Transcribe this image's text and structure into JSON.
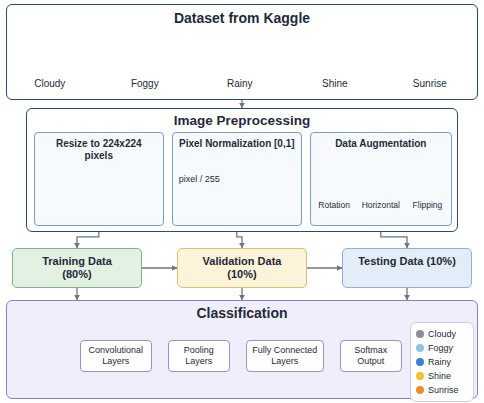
{
  "diagram": {
    "nodes": [
      {
        "text": [
          "Dataset from Kaggle"
        ]
      },
      {
        "text": [
          "Cloudy"
        ],
        "in": 0
      },
      {
        "text": [
          "Foggy"
        ],
        "in": 0
      },
      {
        "text": [
          "Rainy"
        ],
        "in": 0
      },
      {
        "text": [
          "Shine"
        ],
        "in": 0
      },
      {
        "text": [
          "Sunrise"
        ],
        "in": 0
      },
      {
        "text": [
          "Image Preprocessing"
        ]
      },
      {
        "text": [
          "Resize to 224x224 pixels"
        ],
        "in": 6
      },
      {
        "text": [
          "Pixel Normalization [0,1]",
          "pixel / 255"
        ],
        "in": 6
      },
      {
        "text": [
          "Data Augmentation",
          "Rotation",
          "Horizontal",
          "Flipping"
        ],
        "in": 6
      },
      {
        "text": [
          "Training Data (80%)"
        ]
      },
      {
        "text": [
          "Validation Data (10%)"
        ]
      },
      {
        "text": [
          "Testing Data (10%)"
        ]
      },
      {
        "text": [
          "Classification"
        ]
      },
      {
        "text": [
          "Convolutional Layers"
        ],
        "in": 13
      },
      {
        "text": [
          "Pooling Layers"
        ],
        "in": 13
      },
      {
        "text": [
          "Fully Connected Layers"
        ],
        "in": 13
      },
      {
        "text": [
          "Softmax Output"
        ],
        "in": 13
      }
    ],
    "edges": [
      {
        "from": 1,
        "to": 2,
        "arrow": "to"
      },
      {
        "from": 2,
        "to": 3,
        "arrow": "to"
      },
      {
        "from": 3,
        "to": 4,
        "arrow": "to"
      },
      {
        "from": 4,
        "to": 5,
        "arrow": "to"
      },
      {
        "from": 0,
        "to": 6,
        "arrow": "to"
      },
      {
        "from": 7,
        "to": 10,
        "arrow": "to"
      },
      {
        "from": 8,
        "to": 11,
        "arrow": "to"
      },
      {
        "from": 9,
        "to": 12,
        "arrow": "to"
      },
      {
        "from": 10,
        "to": 11,
        "arrow": "to"
      },
      {
        "from": 11,
        "to": 12,
        "arrow": "to"
      },
      {
        "from": 10,
        "to": 13,
        "arrow": "to"
      },
      {
        "from": 11,
        "to": 13,
        "arrow": "to"
      },
      {
        "from": 12,
        "to": 13,
        "arrow": "to"
      },
      {
        "from": 14,
        "to": 15,
        "arrow": "to"
      },
      {
        "from": 15,
        "to": 16,
        "arrow": "to"
      },
      {
        "from": 16,
        "to": 17,
        "arrow": "to"
      }
    ],
    "legend": [
      {
        "text": "Cloudy",
        "color": "#8a8f99"
      },
      {
        "text": "Foggy",
        "color": "#8fc3ea"
      },
      {
        "text": "Rainy",
        "color": "#3b7fd4"
      },
      {
        "text": "Shine",
        "color": "#f5c033"
      },
      {
        "text": "Sunrise",
        "color": "#f08a2c"
      }
    ]
  }
}
